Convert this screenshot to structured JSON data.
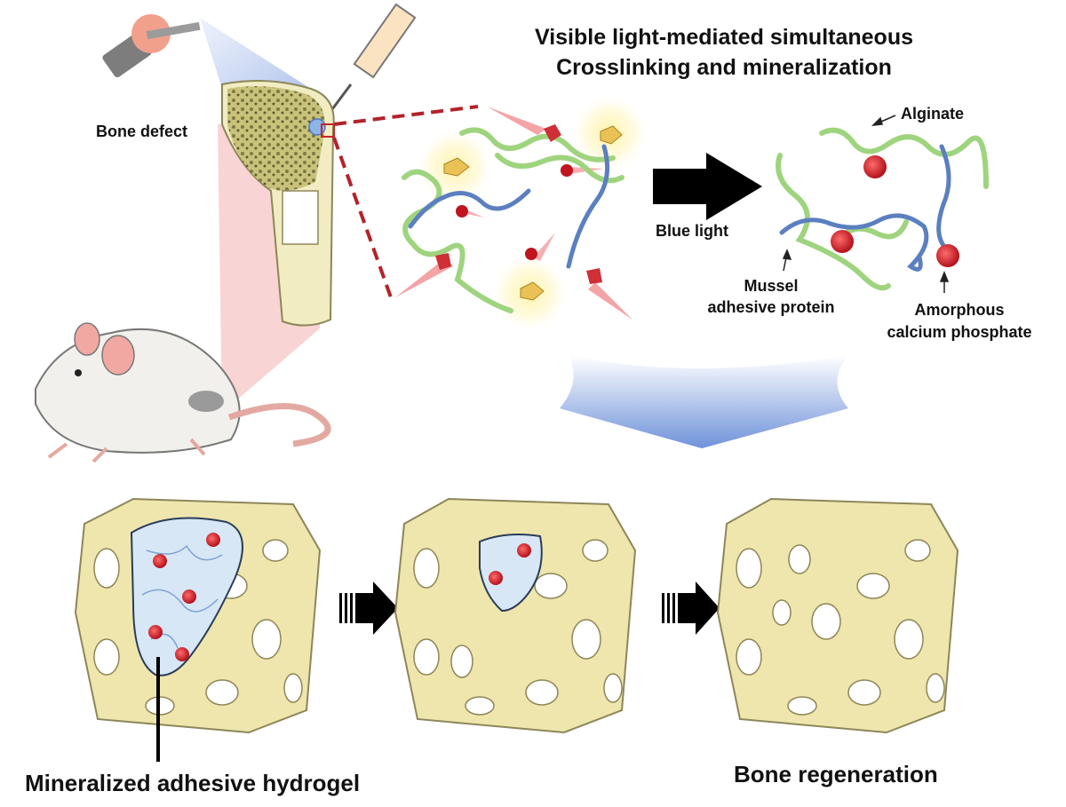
{
  "title": {
    "line1": "Visible light-mediated simultaneous",
    "line2": "Crosslinking and mineralization"
  },
  "labels": {
    "bone_defect": "Bone defect",
    "blue_light": "Blue light",
    "alginate": "Alginate",
    "mussel_line1": "Mussel",
    "mussel_line2": "adhesive protein",
    "acp_line1": "Amorphous",
    "acp_line2": "calcium phosphate",
    "hydrogel": "Mineralized adhesive hydrogel",
    "regeneration": "Bone regeneration"
  },
  "colors": {
    "alginate": "#9fd47f",
    "mussel_protein": "#5b7fc0",
    "bone": "#efe6ad",
    "bone_outline": "#8d8659",
    "acp": "#d8202a",
    "hydrogel": "#d7e7f5",
    "light_beam": "#8aa8e6",
    "red_beam": "#f2a3a3"
  }
}
